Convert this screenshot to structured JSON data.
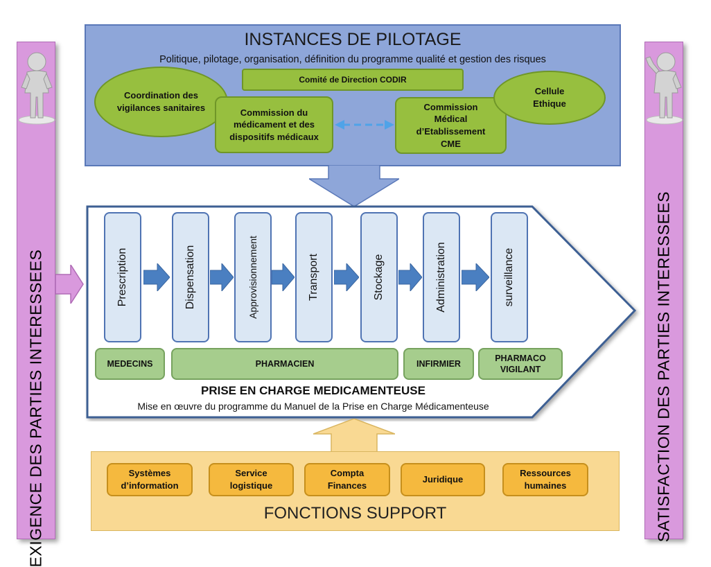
{
  "left_bar": {
    "label": "EXIGENCE DES PARTIES INTERESSEES",
    "icon": "person-standing-icon"
  },
  "right_bar": {
    "label": "SATISFACTION DES PARTIES INTERESSEES",
    "icon": "person-thumbs-up-icon"
  },
  "pilotage": {
    "title": "INSTANCES DE PILOTAGE",
    "subtitle": "Politique, pilotage, organisation, définition du programme qualité et gestion des risques",
    "codir": "Comité de Direction CODIR",
    "vigilances": "Coordination des vigilances sanitaires",
    "commission_medicament": "Commission du médicament et des dispositifs médicaux",
    "cme": "Commission Médical d’Etablissement CME",
    "ethique": "Cellule Ethique"
  },
  "process": {
    "title": "PRISE EN CHARGE MEDICAMENTEUSE",
    "subtitle": "Mise en œuvre du programme du Manuel de la Prise en Charge Médicamenteuse",
    "steps": [
      "Prescription",
      "Dispensation",
      "Approvisionnement",
      "Transport",
      "Stockage",
      "Administration",
      "surveillance"
    ],
    "actors": {
      "medecins": "MEDECINS",
      "pharmacien": "PHARMACIEN",
      "infirmier": "INFIRMIER",
      "pharmaco": "PHARMACO VIGILANT"
    }
  },
  "support": {
    "title": "FONCTIONS SUPPORT",
    "items": [
      "Systèmes d’information",
      "Service logistique",
      "Compta Finances",
      "Juridique",
      "Ressources humaines"
    ]
  },
  "colors": {
    "pilotage_bg": "#8ea6d9",
    "green": "#97bf3f",
    "side_bar": "#d999dd",
    "step_bg": "#dbe7f4",
    "arrow_blue": "#4a7fc1",
    "support_bg": "#f9d993",
    "support_item": "#f5b93e"
  }
}
